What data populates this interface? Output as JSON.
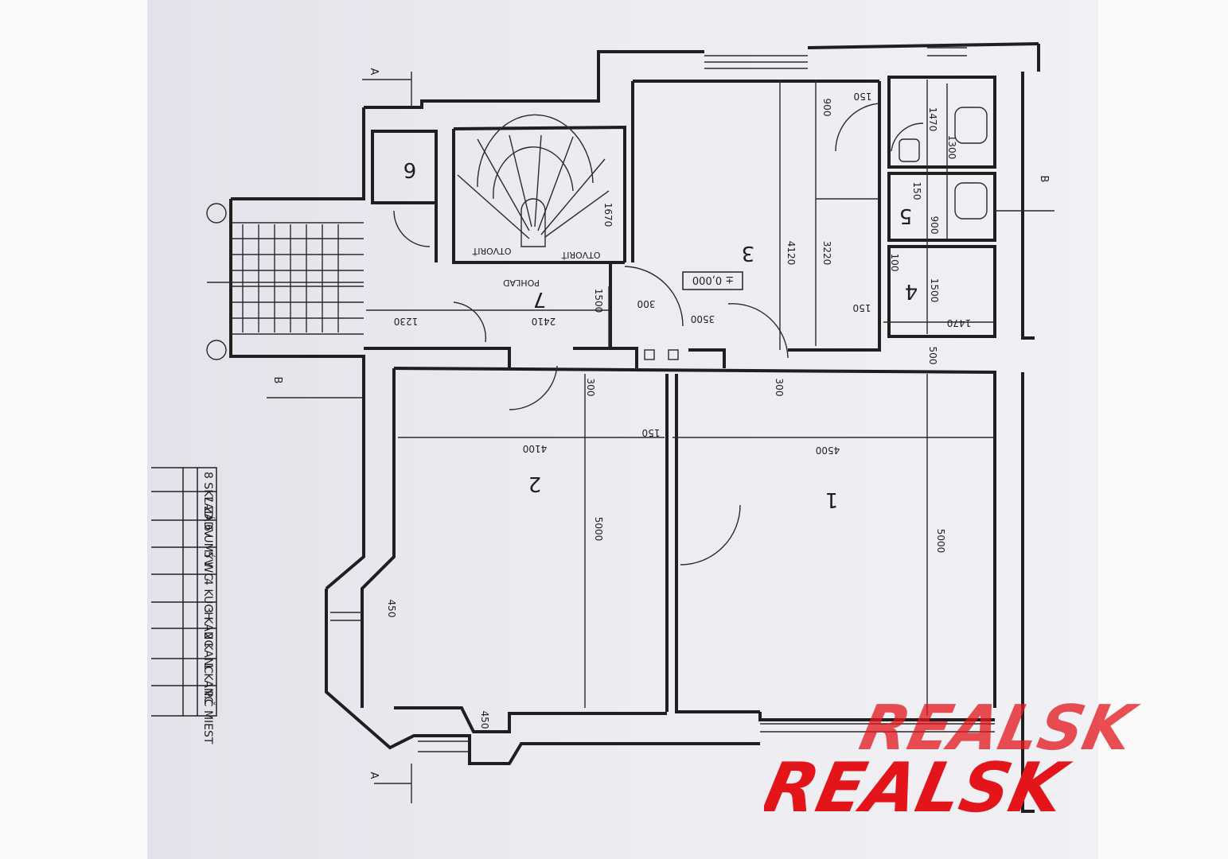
{
  "plan": {
    "rooms": [
      {
        "no": "1",
        "label": "1"
      },
      {
        "no": "2",
        "label": "2"
      },
      {
        "no": "3",
        "label": "3"
      },
      {
        "no": "4",
        "label": "4"
      },
      {
        "no": "5",
        "label": "5"
      },
      {
        "no": "6",
        "label": "6"
      },
      {
        "no": "7",
        "label": "7"
      }
    ],
    "stair_labels": [
      "OTVORIŤ",
      "OTVORIŤ",
      "POHĽAD"
    ],
    "level": "± 0,000",
    "section_marks": [
      "A",
      "A",
      "B",
      "B"
    ],
    "dimensions": {
      "d1670": "1670",
      "d2410": "2410",
      "d1230": "1230",
      "d1500a": "1500",
      "d300a": "300",
      "d3500": "3500",
      "d4120": "4120",
      "d3220": "3220",
      "d900a": "900",
      "d150a": "150",
      "d1470a": "1470",
      "d1300": "1300",
      "d150b": "150",
      "d900b": "900",
      "d100": "100",
      "d1500b": "1500",
      "d150c": "150",
      "d1470b": "1470",
      "d500": "500",
      "d300b": "300",
      "d300c": "300",
      "d4100": "4100",
      "d150d": "150",
      "d4500": "4500",
      "d5000a": "5000",
      "d5000b": "5000",
      "d450a": "450",
      "d450b": "450"
    }
  },
  "legend": {
    "header": "P.Č  MIEST",
    "rows": [
      "1  KANC",
      "2  KANC",
      "3  KANC",
      "4  KUCH",
      "5  WC",
      "6  UMÝV",
      "7  ZÁDV",
      "8  SKLAD"
    ]
  },
  "watermark": {
    "text": "REALSK",
    "color": "#e3151b"
  }
}
